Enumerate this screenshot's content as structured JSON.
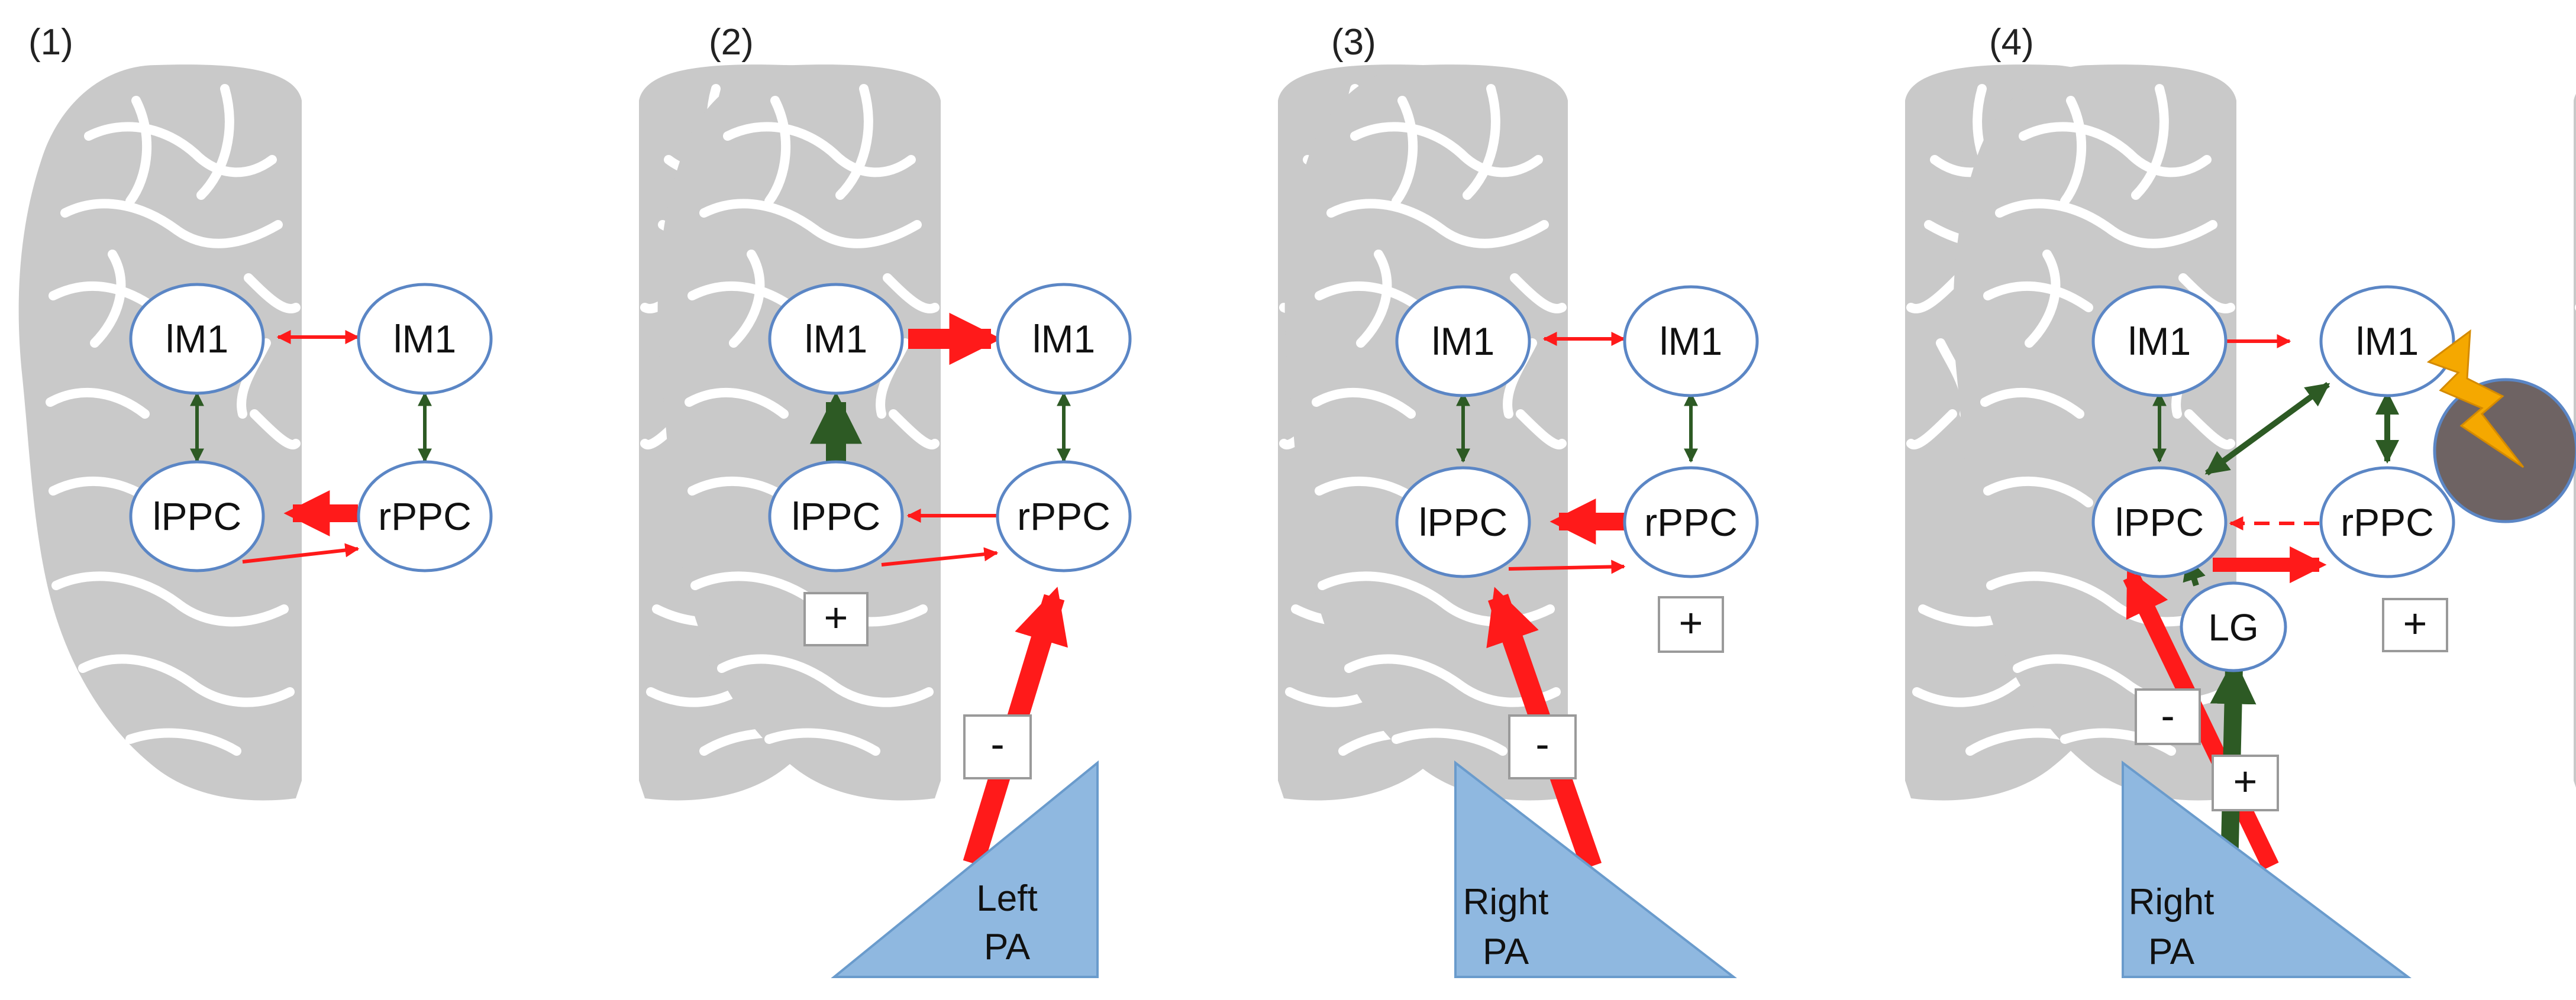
{
  "colors": {
    "brain": "#c9c9c9",
    "brain_sulcus": "#ffffff",
    "node_fill": "#ffffff",
    "node_stroke": "#5b86c5",
    "inhibitory": "#ff1a1a",
    "excitatory": "#2d5a24",
    "prism": "#8fb8e0",
    "prism_edge": "#6a9bcc",
    "lesion": "#6e6363",
    "bolt": "#f5a800",
    "sign_border": "#9a9a9a"
  },
  "panels": [
    {
      "label": "(1)",
      "nodes": {
        "lM1_left": "lM1",
        "lM1_right": "lM1",
        "lPPC": "lPPC",
        "rPPC": "rPPC"
      },
      "signs": [],
      "prism": null
    },
    {
      "label": "(2)",
      "nodes": {
        "lM1_left": "lM1",
        "lM1_right": "lM1",
        "lPPC": "lPPC",
        "rPPC": "rPPC"
      },
      "signs": [
        "+",
        "-"
      ],
      "prism": {
        "line1": "Left",
        "line2": "PA"
      }
    },
    {
      "label": "(3)",
      "nodes": {
        "lM1_left": "lM1",
        "lM1_right": "lM1",
        "lPPC": "lPPC",
        "rPPC": "rPPC"
      },
      "signs": [
        "+",
        "-"
      ],
      "prism": {
        "line1": "Right",
        "line2": "PA"
      }
    },
    {
      "label": "(4)",
      "nodes": {
        "lM1_left": "lM1",
        "lM1_right": "lM1",
        "lPPC": "lPPC",
        "rPPC": "rPPC",
        "LG": "LG"
      },
      "signs": [
        "+",
        "-",
        "+"
      ],
      "prism": {
        "line1": "Right",
        "line2": "PA"
      }
    }
  ]
}
